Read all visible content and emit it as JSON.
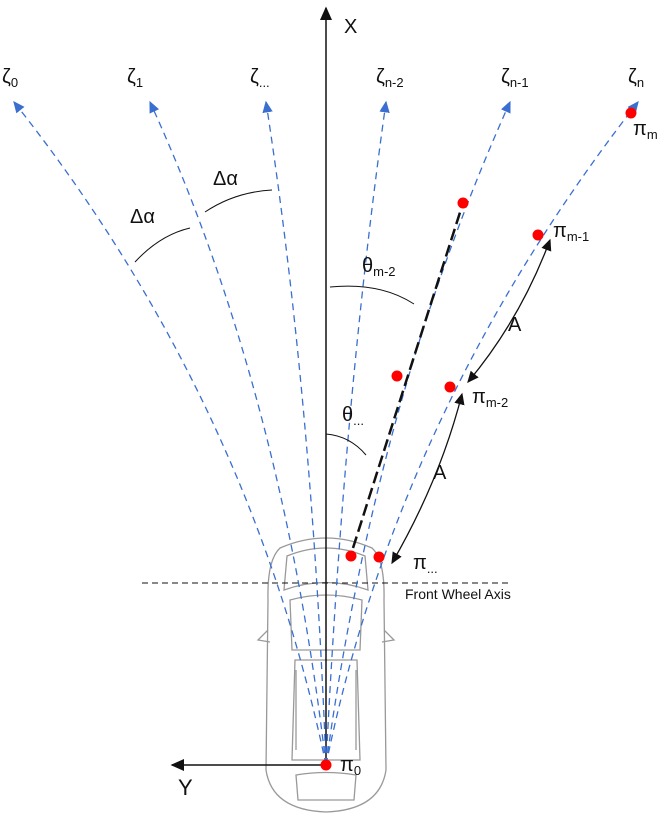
{
  "axes": {
    "x_label": "X",
    "y_label": "Y"
  },
  "trajectories": [
    {
      "sym": "ζ",
      "sub": "0"
    },
    {
      "sym": "ζ",
      "sub": "1"
    },
    {
      "sym": "ζ",
      "sub": "..."
    },
    {
      "sym": "ζ",
      "sub": "n-2"
    },
    {
      "sym": "ζ",
      "sub": "n-1"
    },
    {
      "sym": "ζ",
      "sub": "n"
    }
  ],
  "points": [
    {
      "sym": "π",
      "sub": "m"
    },
    {
      "sym": "π",
      "sub": "m-1"
    },
    {
      "sym": "π",
      "sub": "m-2"
    },
    {
      "sym": "π",
      "sub": "..."
    },
    {
      "sym": "π",
      "sub": "0"
    }
  ],
  "angles": {
    "delta1": "Δα",
    "delta2": "Δα",
    "theta_m2": {
      "sym": "θ",
      "sub": "m-2"
    },
    "theta_dots": {
      "sym": "θ",
      "sub": "..."
    }
  },
  "distances": [
    "A",
    "A"
  ],
  "front_wheel_axis": "Front Wheel Axis",
  "colors": {
    "trajectory": "#3a6fd0",
    "point": "#ff0000",
    "axis": "#111111"
  }
}
